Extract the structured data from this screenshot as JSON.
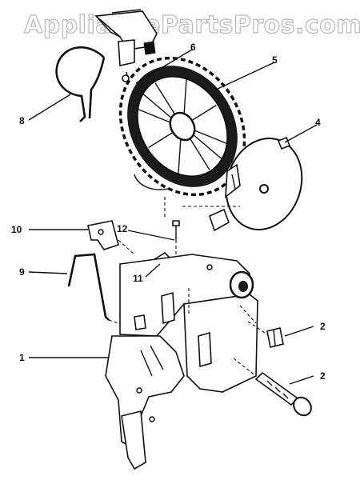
{
  "watermark": "AppliancePartsPros.com",
  "callouts": {
    "c1": "1",
    "c2a": "2",
    "c2b": "2",
    "c4": "4",
    "c5": "5",
    "c6": "6",
    "c8": "8",
    "c9": "9",
    "c10": "10",
    "c11": "11",
    "c12": "12"
  }
}
